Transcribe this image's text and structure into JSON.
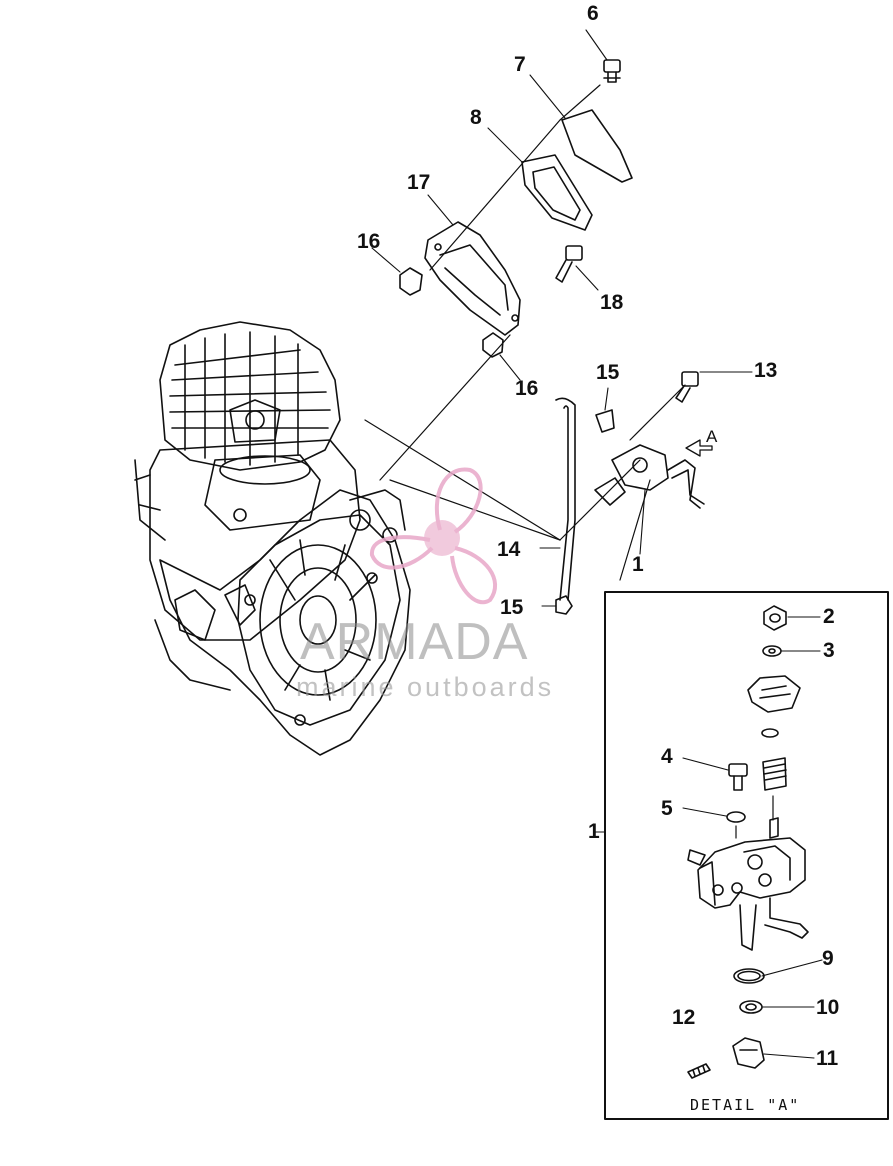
{
  "watermark": {
    "brand": "ARMADA",
    "tagline": "marine outboards",
    "logo_color": "#e8a7c8"
  },
  "detail": {
    "caption": "DETAIL \"A\"",
    "arrow_label": "A"
  },
  "callouts": {
    "c1": "1",
    "c1b": "1",
    "c2": "2",
    "c3": "3",
    "c4": "4",
    "c5": "5",
    "c6": "6",
    "c7": "7",
    "c8": "8",
    "c9": "9",
    "c10": "10",
    "c11": "11",
    "c12": "12",
    "c13": "13",
    "c14": "14",
    "c15a": "15",
    "c15b": "15",
    "c16a": "16",
    "c16b": "16",
    "c17": "17",
    "c18": "18"
  }
}
